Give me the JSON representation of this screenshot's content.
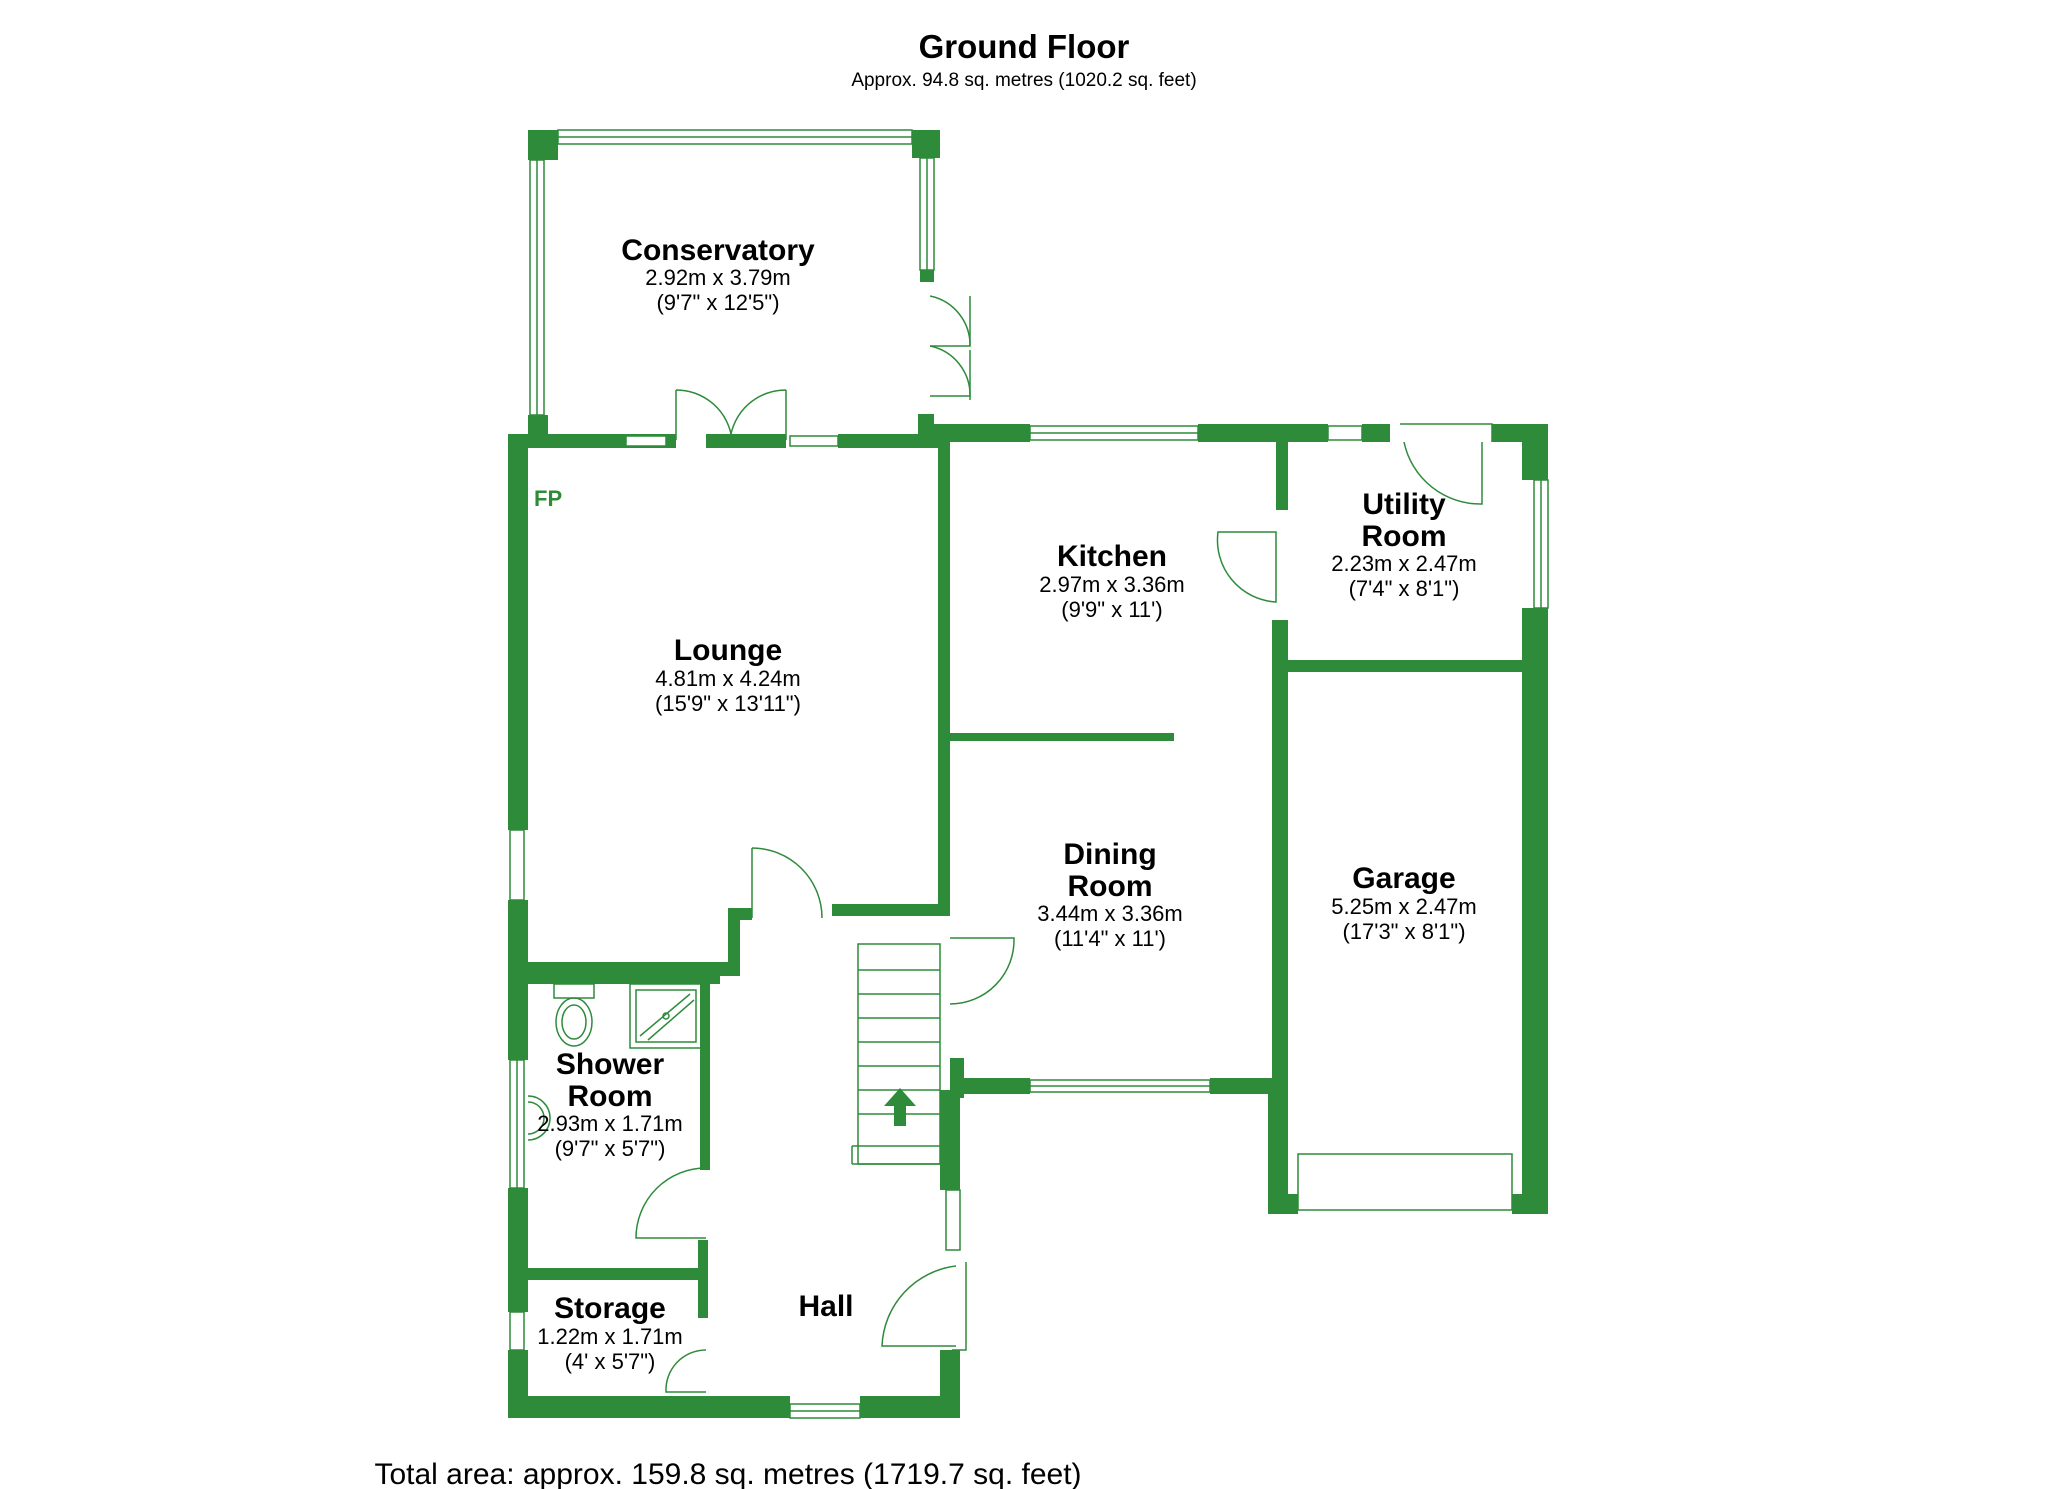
{
  "floor": {
    "title": "Ground Floor",
    "area": "Approx. 94.8 sq. metres (1020.2 sq. feet)"
  },
  "total_area": "Total area: approx. 159.8 sq. metres (1719.7 sq. feet)",
  "fireplace_label": "FP",
  "rooms": {
    "conservatory": {
      "name": "Conservatory",
      "metric": "2.92m x 3.79m",
      "imperial": "(9'7\" x 12'5\")"
    },
    "lounge": {
      "name": "Lounge",
      "metric": "4.81m x 4.24m",
      "imperial": "(15'9\" x 13'11\")"
    },
    "kitchen": {
      "name": "Kitchen",
      "metric": "2.97m x 3.36m",
      "imperial": "(9'9\" x 11')"
    },
    "utility": {
      "name_line1": "Utility",
      "name_line2": "Room",
      "metric": "2.23m x 2.47m",
      "imperial": "(7'4\" x 8'1\")"
    },
    "dining": {
      "name_line1": "Dining",
      "name_line2": "Room",
      "metric": "3.44m x 3.36m",
      "imperial": "(11'4\" x 11')"
    },
    "garage": {
      "name": "Garage",
      "metric": "5.25m x 2.47m",
      "imperial": "(17'3\" x 8'1\")"
    },
    "shower": {
      "name_line1": "Shower",
      "name_line2": "Room",
      "metric": "2.93m x 1.71m",
      "imperial": "(9'7\" x 5'7\")"
    },
    "storage": {
      "name": "Storage",
      "metric": "1.22m x 1.71m",
      "imperial": "(4' x 5'7\")"
    },
    "hall": {
      "name": "Hall"
    }
  },
  "colors": {
    "wall": "#2e8b3a",
    "background": "#ffffff",
    "text": "#000000"
  }
}
